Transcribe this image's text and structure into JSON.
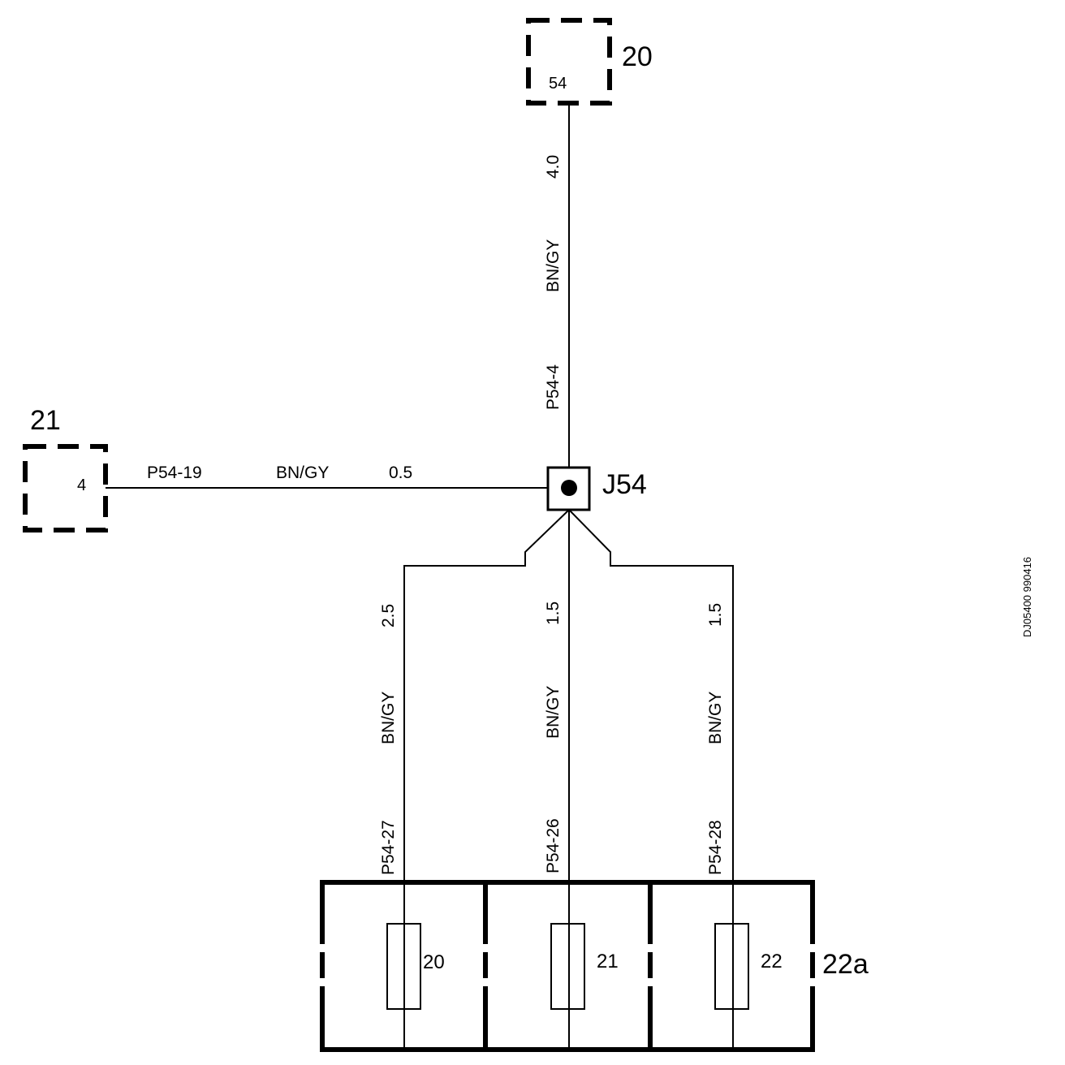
{
  "components": {
    "c20": {
      "number": "20",
      "pin": "54"
    },
    "c21": {
      "number": "21",
      "pin": "4"
    },
    "junction": {
      "label": "J54"
    },
    "fusebox": {
      "label": "22a",
      "fuses": [
        {
          "number": "20"
        },
        {
          "number": "21"
        },
        {
          "number": "22"
        }
      ]
    }
  },
  "wires": {
    "top": {
      "connector": "P54-4",
      "color": "BN/GY",
      "size": "4.0"
    },
    "left": {
      "connector": "P54-19",
      "color": "BN/GY",
      "size": "0.5"
    },
    "branch_20": {
      "connector": "P54-27",
      "color": "BN/GY",
      "size": "2.5"
    },
    "branch_21": {
      "connector": "P54-26",
      "color": "BN/GY",
      "size": "1.5"
    },
    "branch_22": {
      "connector": "P54-28",
      "color": "BN/GY",
      "size": "1.5"
    }
  },
  "document_code": "DJ05400 990416"
}
